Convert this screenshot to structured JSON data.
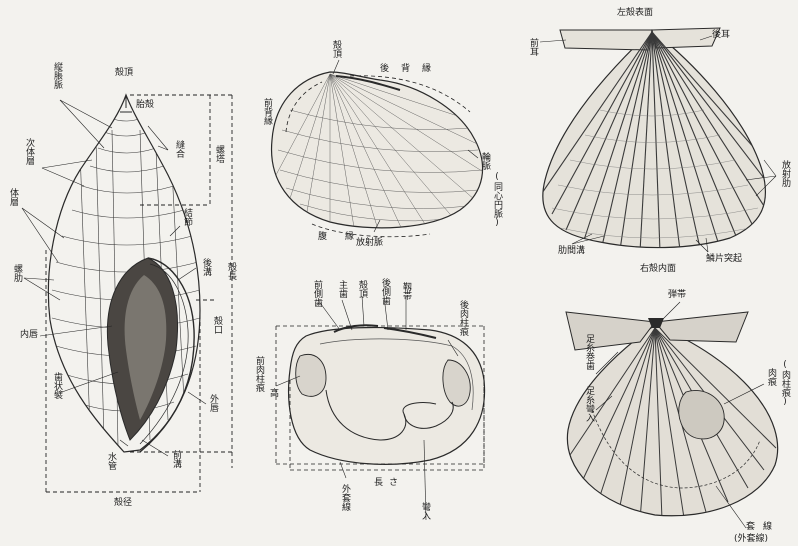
{
  "colors": {
    "paper": "#f3f2ee",
    "ink": "#2a2a2a",
    "shade": "#6d6a63"
  },
  "snail": {
    "apex": "殻頂",
    "protoconch": "胎殻",
    "axial_rib": "縦脹脈",
    "suture": "縫合",
    "penultimate_whorl": "次体層",
    "spire": "螺塔",
    "node": "結節",
    "body_whorl": "体層",
    "spiral_rib": "螺肋",
    "posterior_canal": "後溝",
    "shell_length": "殻長",
    "aperture": "殻口",
    "inner_lip": "内唇",
    "columellar_plaits": "歯状襞",
    "outer_lip": "外唇",
    "siphon": "水管",
    "anterior_canal": "前溝",
    "shell_width": "殻径"
  },
  "clam_outer": {
    "apex": "殻頂",
    "anterior_dorsal": "前背縁",
    "posterior_dorsal": "後背縁",
    "growth_line": "輪脈",
    "concentric": "(同心円脈)",
    "ventral_margin": "腹縁",
    "radial_rib": "放射脈"
  },
  "clam_inner": {
    "anterior_lateral_tooth": "前側歯",
    "main_tooth": "主歯",
    "apex": "殻頂",
    "posterior_lateral_tooth": "後側歯",
    "ligament": "靱帯",
    "posterior_adductor_scar": "後肉柱痕",
    "anterior_adductor_scar": "前肉柱痕",
    "height": "高",
    "pallial_line": "外套線",
    "pallial_sinus": "彎入",
    "length": "長さ"
  },
  "scallop_outer": {
    "title": "左殻表面",
    "front_ear": "前耳",
    "rear_ear": "後耳",
    "radial_rib": "放射肋",
    "interrib_groove": "肋間溝",
    "scaly_process": "鱗片突起",
    "right_valve_inner": "右殻内面"
  },
  "scallop_inner": {
    "resilium": "弾帯",
    "byssal_teeth": "足糸巻歯",
    "byssal_notch": "足糸彎入",
    "muscle_scar": "肉痕",
    "muscle_scar_note": "(肉柱痕)",
    "pallial_line": "套線",
    "pallial_line_note": "(外套線)"
  }
}
